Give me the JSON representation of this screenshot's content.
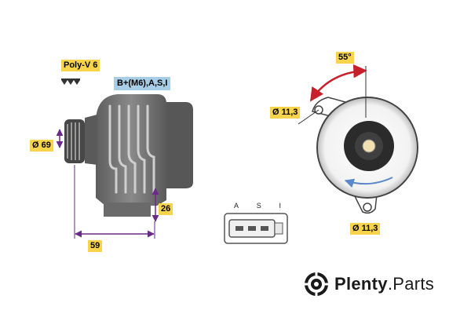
{
  "left": {
    "belt_label": "Poly-V 6",
    "terminal_label": "B+(M6),A,S,I",
    "pulley_diameter": "Ø 69",
    "flange_depth": "26",
    "overall_length": "59"
  },
  "right": {
    "angle": "55°",
    "upper_hole": "Ø 11,3",
    "lower_hole": "Ø 11,3"
  },
  "connector": {
    "pins": [
      "A",
      "S",
      "I"
    ]
  },
  "brand": {
    "name_bold": "Plenty",
    "name_rest": ".Parts"
  },
  "colors": {
    "label_yellow": "#f7d44c",
    "label_blue": "#a8cde6",
    "dimension_purple": "#6a2a8a",
    "angle_red": "#c8202a",
    "rotation_blue": "#5a88c8",
    "body_gray": "#6f6f6f"
  }
}
